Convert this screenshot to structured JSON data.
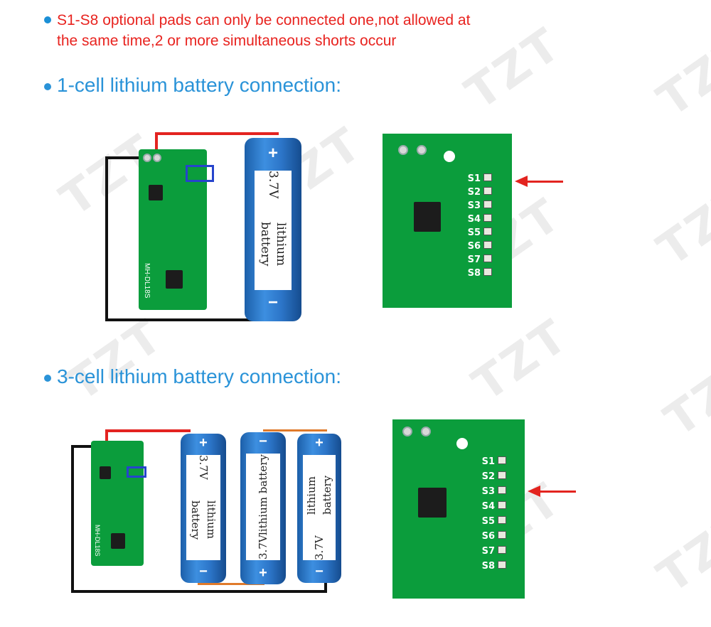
{
  "note": {
    "line1": "S1-S8 optional pads can only be connected one,not allowed at",
    "line2": "the same time,2 or more simultaneous shorts occur"
  },
  "section1": {
    "heading": "1-cell lithium battery connection:",
    "battery": {
      "voltage": "3.7V",
      "type": "lithium battery",
      "plus": "+",
      "minus": "−"
    },
    "selected_pad": "S1"
  },
  "section2": {
    "heading": "3-cell lithium battery connection:",
    "batteries": [
      {
        "voltage": "3.7V",
        "type": "lithium battery",
        "top": "+",
        "bottom": "−"
      },
      {
        "voltage": "3.7V",
        "type": "lithium battery",
        "top": "−",
        "bottom": "+"
      },
      {
        "voltage": "3.7V",
        "type": "lithium battery",
        "top": "+",
        "bottom": "−"
      }
    ],
    "selected_pad": "S3"
  },
  "pads": [
    "S1",
    "S2",
    "S3",
    "S4",
    "S5",
    "S6",
    "S7",
    "S8"
  ],
  "board_marking": "MH-DL18S",
  "watermark": "TZT",
  "colors": {
    "note_red": "#e8231f",
    "heading_blue": "#2a93d8",
    "pcb_green": "#0b9d3c",
    "arrow_red": "#e3241f"
  }
}
